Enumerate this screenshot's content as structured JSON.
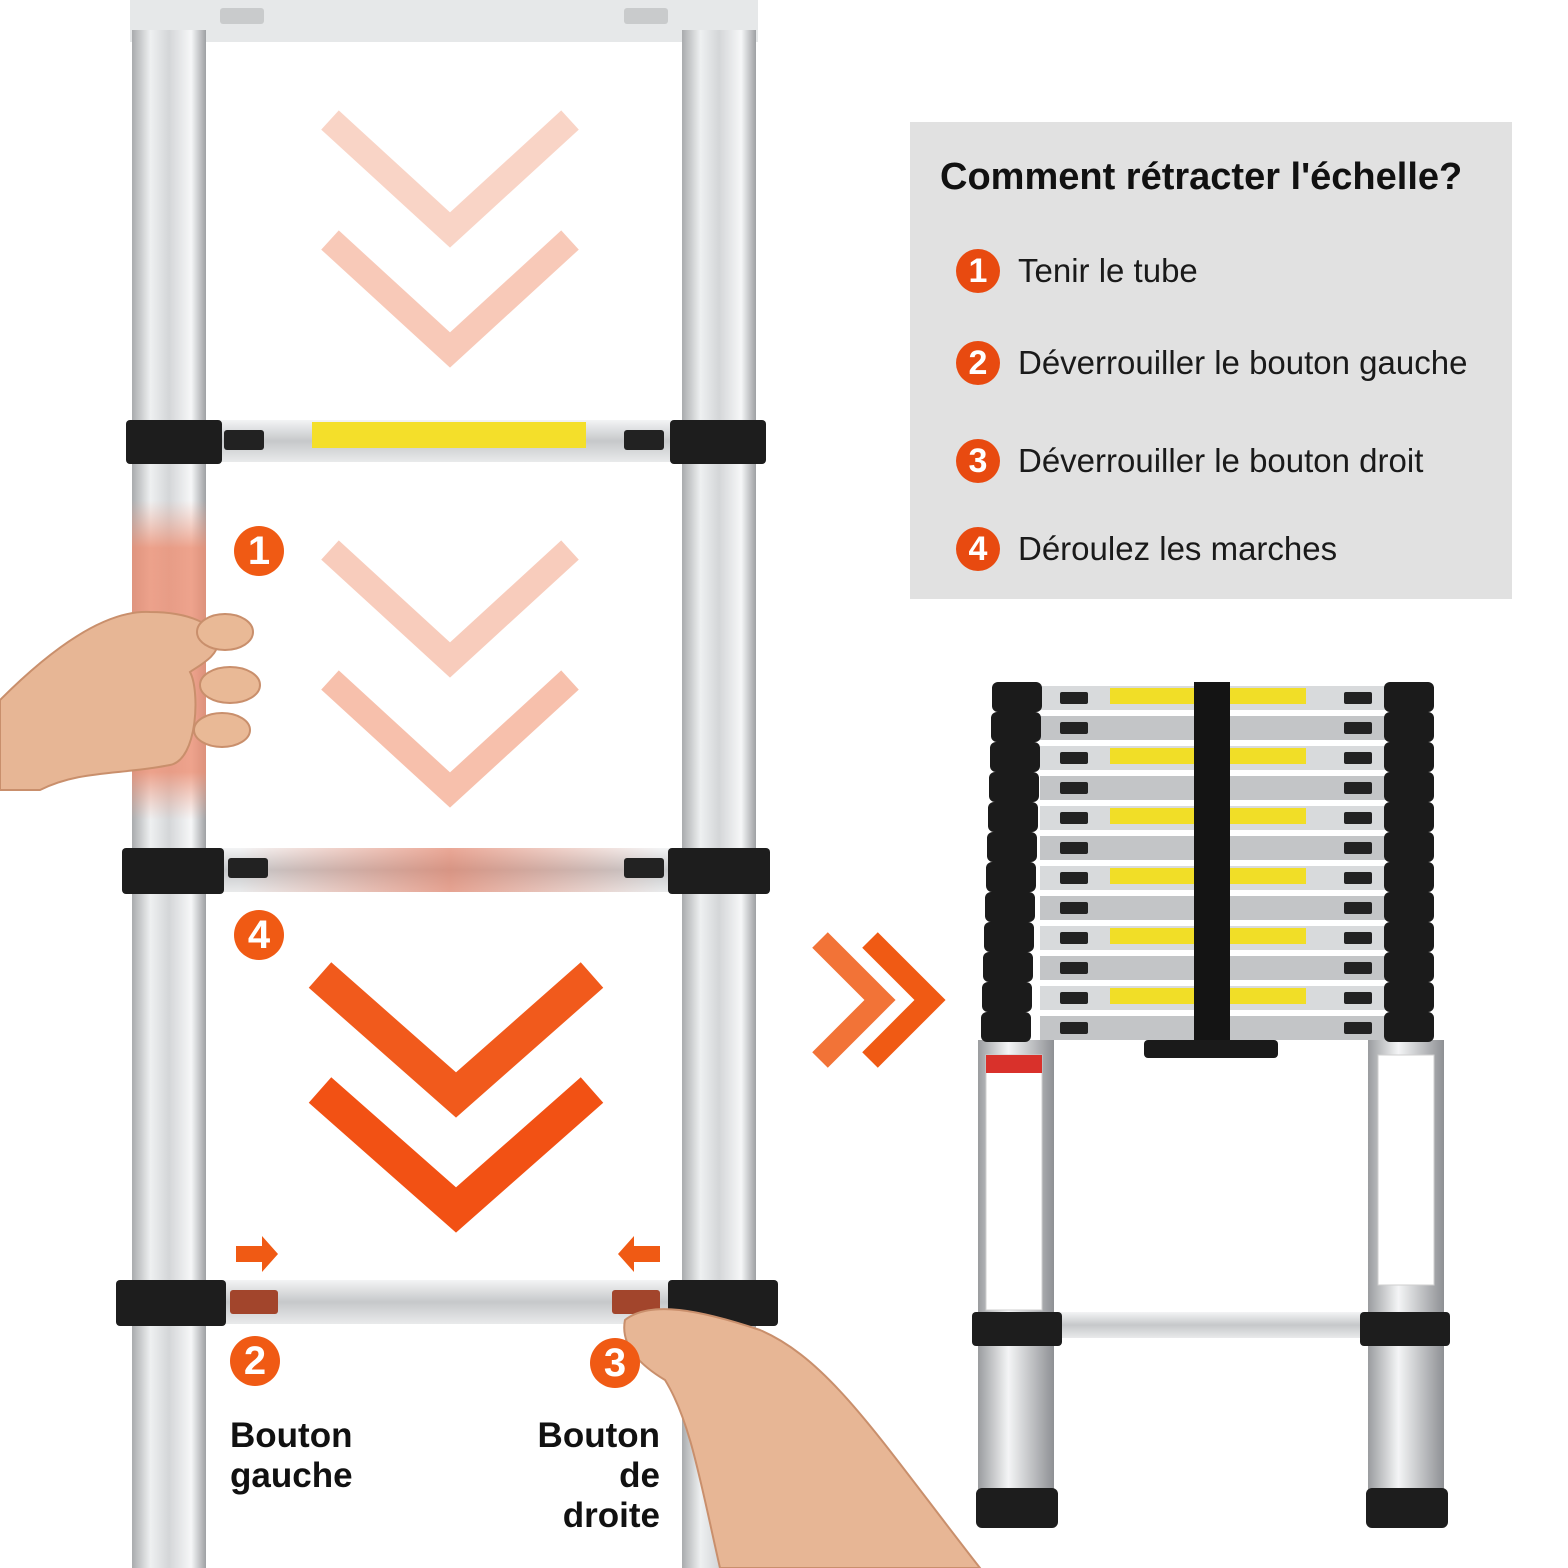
{
  "panel": {
    "title": "Comment rétracter l'échelle?",
    "steps": [
      {
        "number": "1",
        "text": "Tenir le tube"
      },
      {
        "number": "2",
        "text": "Déverrouiller le bouton gauche"
      },
      {
        "number": "3",
        "text": "Déverrouiller le bouton droit"
      },
      {
        "number": "4",
        "text": "Déroulez les marches"
      }
    ]
  },
  "callouts": {
    "step1": "1",
    "step4": "4",
    "step2": "2",
    "step3": "3"
  },
  "captions": {
    "left_button_line1": "Bouton",
    "left_button_line2": "gauche",
    "right_button_line1": "Bouton",
    "right_button_line2": "de droite"
  },
  "colors": {
    "accent": "#f05a14",
    "panel_bg": "#e1e1e1"
  }
}
